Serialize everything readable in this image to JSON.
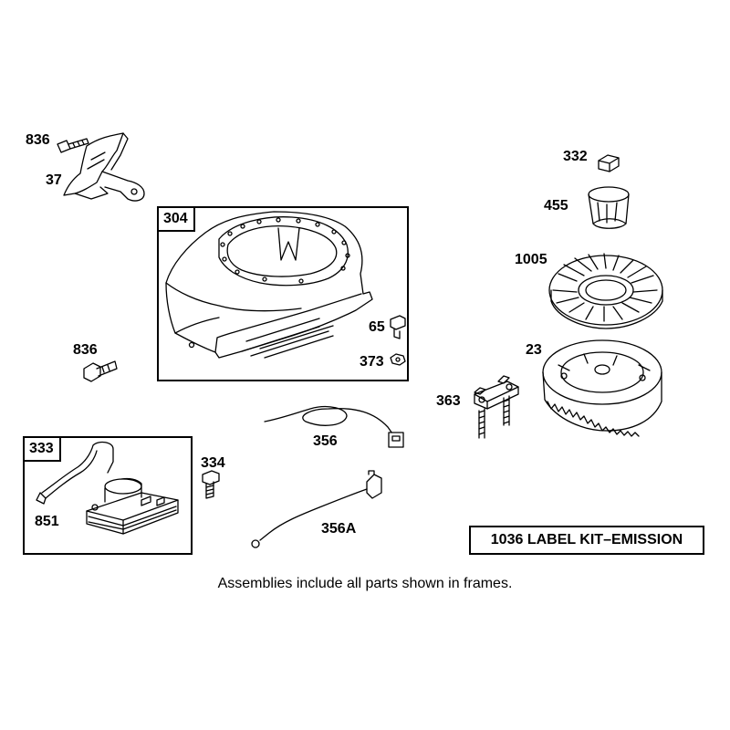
{
  "frames": {
    "housing": {
      "tag": "304"
    },
    "ignition": {
      "tag": "333"
    }
  },
  "labels": {
    "p836_top": "836",
    "p37": "37",
    "p836_mid": "836",
    "p65": "65",
    "p373": "373",
    "p332": "332",
    "p455": "455",
    "p1005": "1005",
    "p23": "23",
    "p363": "363",
    "p356": "356",
    "p334": "334",
    "p851": "851",
    "p356A": "356A"
  },
  "kit_label": "1036 LABEL KIT–EMISSION",
  "note": "Assemblies include all parts shown in frames."
}
